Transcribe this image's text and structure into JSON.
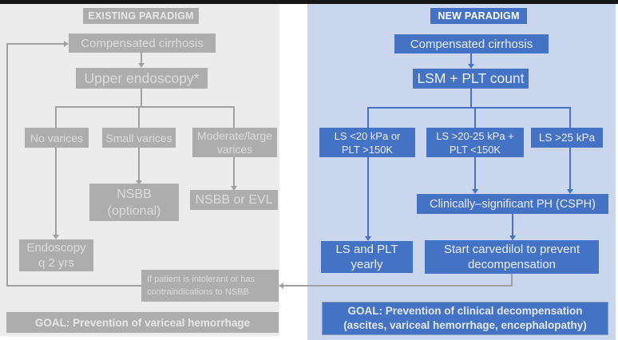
{
  "figure": {
    "type": "flowchart-comparison",
    "subject": "Screening and management of portal hypertension in compensated cirrhosis"
  },
  "colors": {
    "top_bar": "#161616",
    "existing_panel_bg": "#ECECEC",
    "existing_box": "#ADADAD",
    "existing_text": "#DCDCDC",
    "existing_connector": "#A1A1A1",
    "new_panel_bg": "#CAD6EE",
    "new_box": "#4472C4",
    "new_text": "#EBF0FA",
    "new_connector": "#4472C4"
  },
  "existing": {
    "title": "EXISTING PARADIGM",
    "boxes": {
      "compensated": [
        "Compensated cirrhosis"
      ],
      "upper_endoscopy": [
        "Upper endoscopy*"
      ],
      "no_varices": [
        "No varices"
      ],
      "small_varices": [
        "Small varices"
      ],
      "moderate_large_varices": [
        "Moderate/large",
        "varices"
      ],
      "nsbb_optional": [
        "NSBB",
        "(optional)"
      ],
      "nsbb_or_evl": [
        "NSBB or EVL"
      ],
      "endoscopy_q2yrs": [
        "Endoscopy",
        "q 2 yrs"
      ],
      "intolerant_note": [
        "If patient is intolerant or has",
        "contraindications to NSBB"
      ],
      "goal": [
        "GOAL: Prevention of variceal hemorrhage"
      ]
    }
  },
  "new": {
    "title": "NEW PARADIGM",
    "boxes": {
      "compensated": [
        "Compensated cirrhosis"
      ],
      "lsm_plt": [
        "LSM + PLT count"
      ],
      "ls_lt_20": [
        "LS <20 kPa or",
        "PLT >150K"
      ],
      "ls_20_25": [
        "LS >20-25 kPa +",
        "PLT <150K"
      ],
      "ls_gt_25": [
        "LS >25 kPa"
      ],
      "csph": [
        "Clinically–significant PH (CSPH)"
      ],
      "ls_plt_yearly": [
        "LS and PLT",
        "yearly"
      ],
      "carvedilol": [
        "Start carvedilol to prevent",
        "decompensation"
      ],
      "goal": [
        "GOAL: Prevention of clinical decompensation",
        "(ascites, variceal hemorrhage, encephalopathy)"
      ]
    }
  }
}
